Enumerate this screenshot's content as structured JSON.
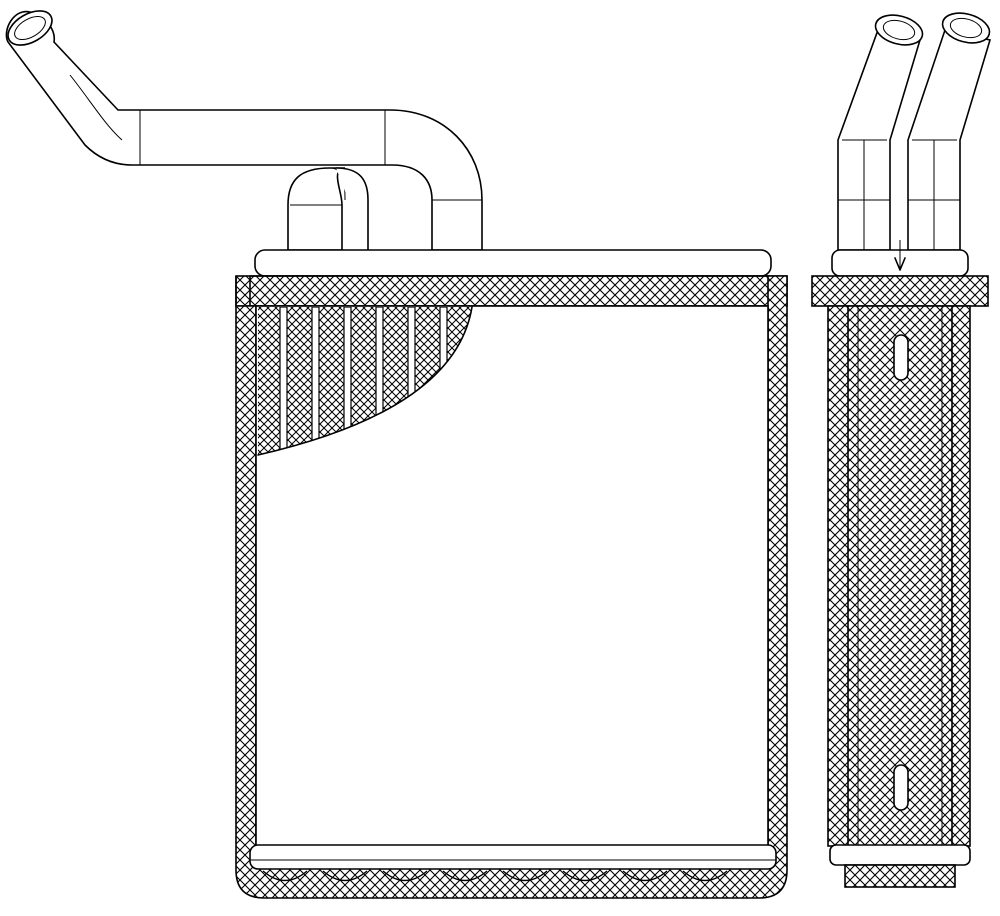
{
  "figure": {
    "colors": {
      "line": "#000000",
      "background": "#ffffff"
    },
    "views": [
      {
        "id": "front-view",
        "hatching": "cross-hatch"
      },
      {
        "id": "side-view",
        "hatching": "cross-hatch"
      }
    ],
    "core": {
      "fin_cutaway": true,
      "header_tanks": 2,
      "bottom_tank_dimples": 8
    },
    "pipes": {
      "front_view_outlet_count": 1,
      "side_view_pipe_count": 2
    }
  }
}
